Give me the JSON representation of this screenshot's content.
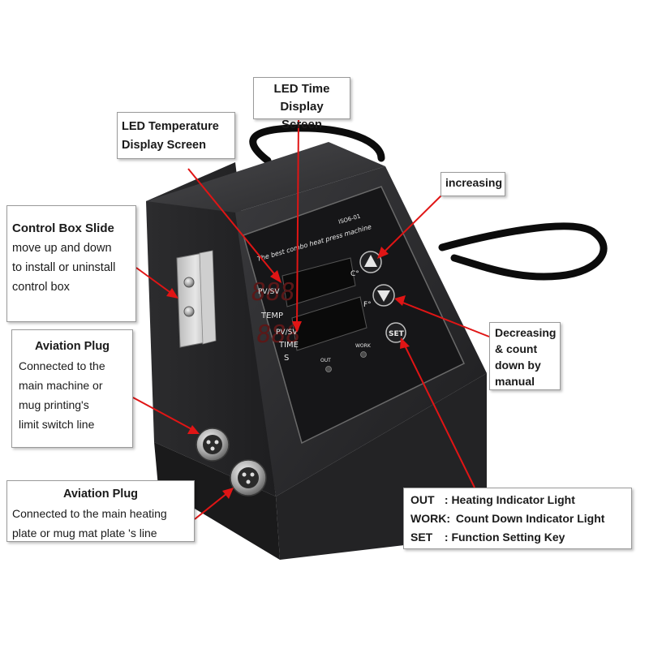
{
  "callouts": {
    "time": {
      "line1": "LED Time",
      "line2": "Display Screen"
    },
    "temperature": {
      "line1": "LED Temperature",
      "line2": "Display Screen"
    },
    "slide": {
      "title": "Control Box Slide",
      "lines": [
        "move up and down",
        "to install or uninstall",
        "control box"
      ]
    },
    "plug1": {
      "title": "Aviation Plug",
      "lines": [
        "Connected to the",
        "main machine or",
        "mug printing's",
        "limit switch line"
      ]
    },
    "plug2": {
      "title": "Aviation Plug",
      "lines": [
        "Connected to the main heating",
        "plate or mug mat plate 's line"
      ]
    },
    "increasing": "increasing",
    "decreasing": {
      "lines": [
        "Decreasing",
        "& count",
        "down by",
        "manual"
      ]
    },
    "legend": [
      {
        "key": "OUT",
        "desc": ": Heating Indicator Light"
      },
      {
        "key": "WORK:",
        "desc": "Count Down Indicator Light"
      },
      {
        "key": "SET",
        "desc": ": Function Setting Key"
      }
    ]
  },
  "panel": {
    "header": "The best combo heat press machine",
    "model": "ISO6-01",
    "pv_sv_top": "PV/SV",
    "temp": "TEMP",
    "pv_sv_bottom": "PV/SV",
    "time": "TIME",
    "s": "S",
    "c_unit": "C°",
    "f_unit": "F°",
    "out": "OUT",
    "work": "WORK",
    "set": "SET"
  },
  "colors": {
    "arrow": "#e01515",
    "box_body": "#2a2a2c",
    "panel_face": "#1c1c1e",
    "led_off": "#5a1818"
  }
}
